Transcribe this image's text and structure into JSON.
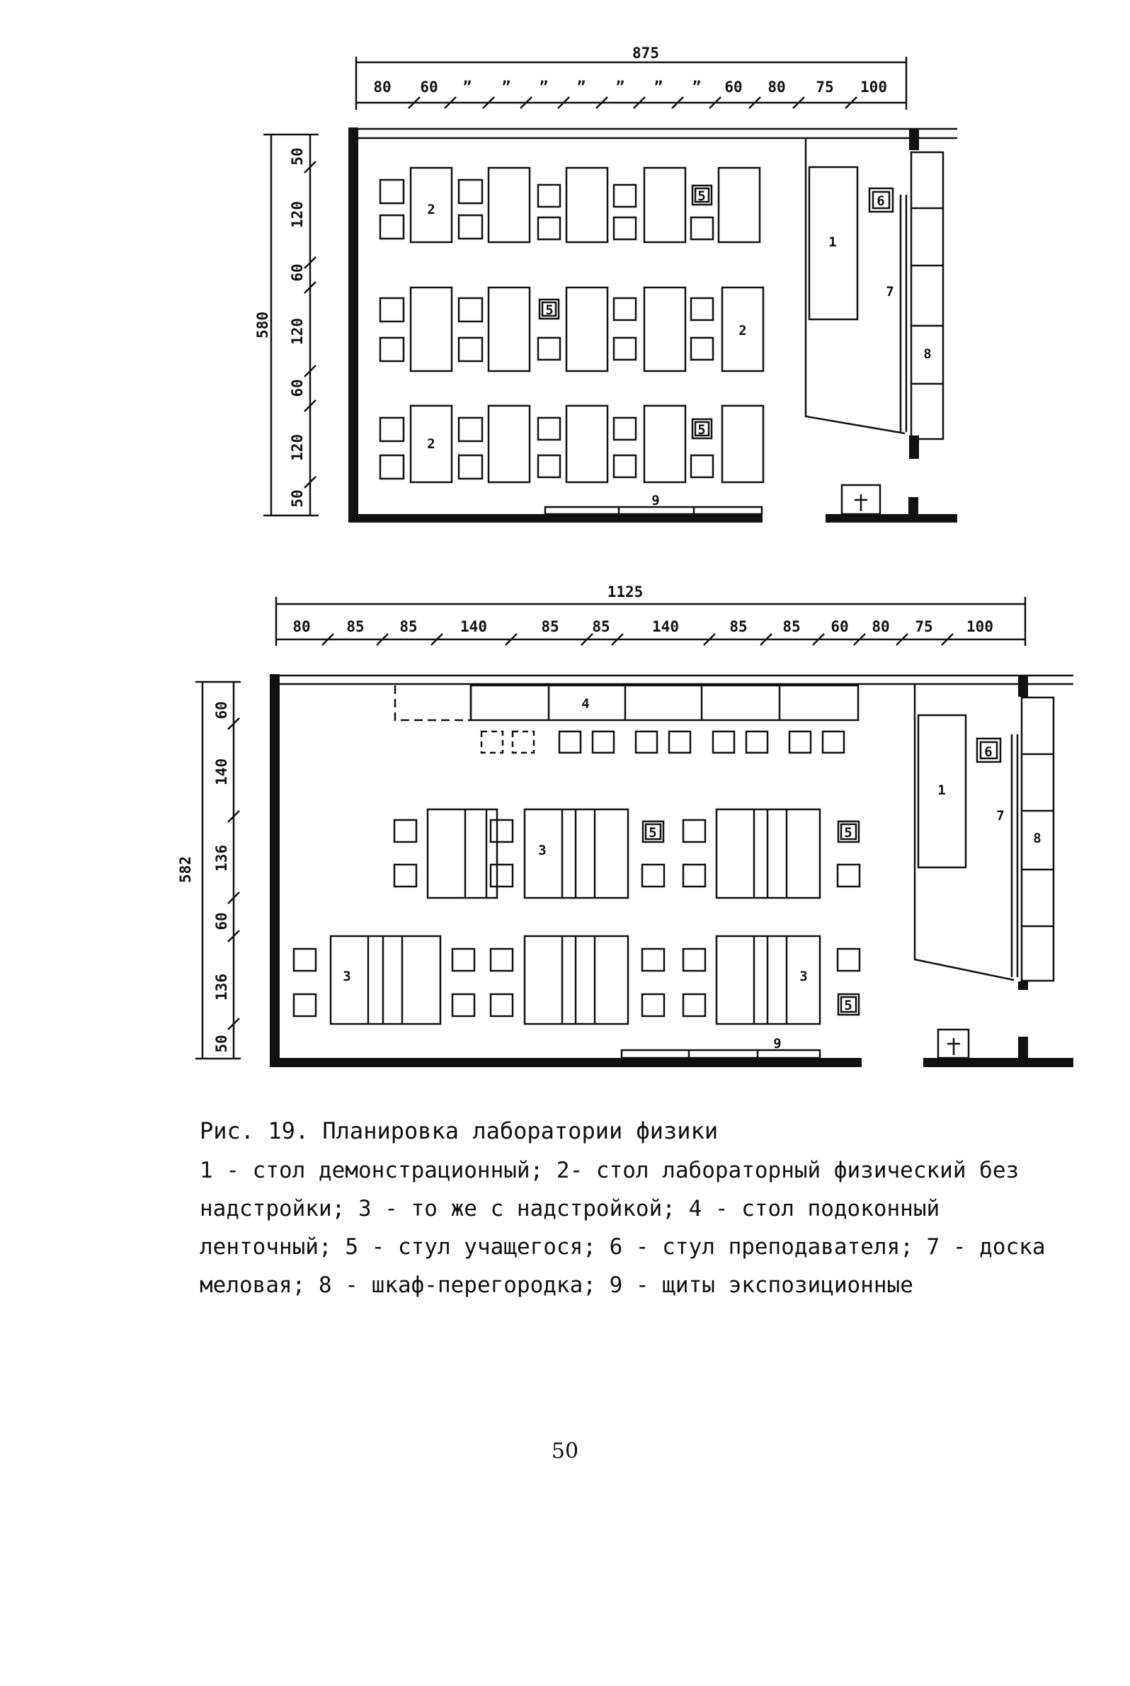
{
  "figure": {
    "title": "Рис. 19. Планировка лаборатории физики",
    "legend": [
      "1 - стол демонстрационный",
      "2- стол лабораторный физический без надстройки",
      "3 - то же с надстройкой",
      "4 - стол подоконный ленточный",
      "5 - стул учащегося",
      "6 - стул преподавателя",
      "7 - доска меловая",
      "8 - шкаф-перегородка",
      "9 - щиты экспозиционные"
    ]
  },
  "plan_top": {
    "total_width": "875",
    "widths": [
      "80",
      "60",
      "”",
      "”",
      "”",
      "”",
      "”",
      "”",
      "”",
      "60",
      "80",
      "75",
      "100"
    ],
    "total_height": "580",
    "heights": [
      "50",
      "120",
      "60",
      "120",
      "60",
      "120",
      "50"
    ],
    "labels": {
      "demo_table": "1",
      "lab_table": "2",
      "student_chair": "5",
      "teacher_chair": "6",
      "chalkboard": "7",
      "cabinet": "8",
      "panels": "9"
    }
  },
  "plan_bottom": {
    "total_width": "1125",
    "widths": [
      "80",
      "85",
      "85",
      "140",
      "85",
      "85",
      "140",
      "85",
      "85",
      "60",
      "80",
      "75",
      "100"
    ],
    "total_height": "582",
    "heights": [
      "60",
      "140",
      "136",
      "60",
      "136",
      "50"
    ],
    "labels": {
      "demo_table": "1",
      "lab_table_super": "3",
      "window_table": "4",
      "student_chair": "5",
      "teacher_chair": "6",
      "chalkboard": "7",
      "cabinet": "8",
      "panels": "9"
    }
  },
  "page_number": "50"
}
